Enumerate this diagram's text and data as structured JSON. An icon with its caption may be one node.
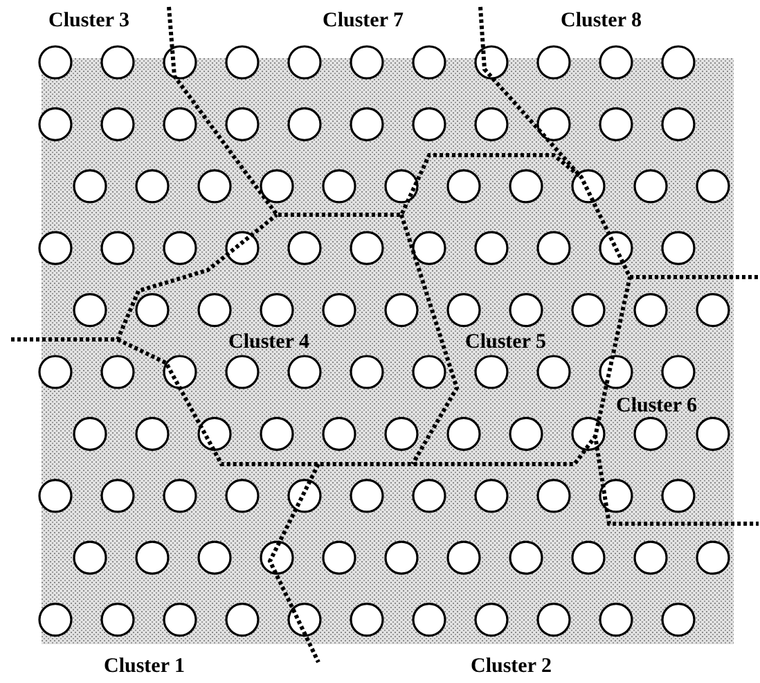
{
  "diagram": {
    "labels": [
      "Cluster 3",
      "Cluster 7",
      "Cluster 8",
      "Cluster 4",
      "Cluster 5",
      "Cluster 6",
      "Cluster 1",
      "Cluster 2"
    ]
  }
}
